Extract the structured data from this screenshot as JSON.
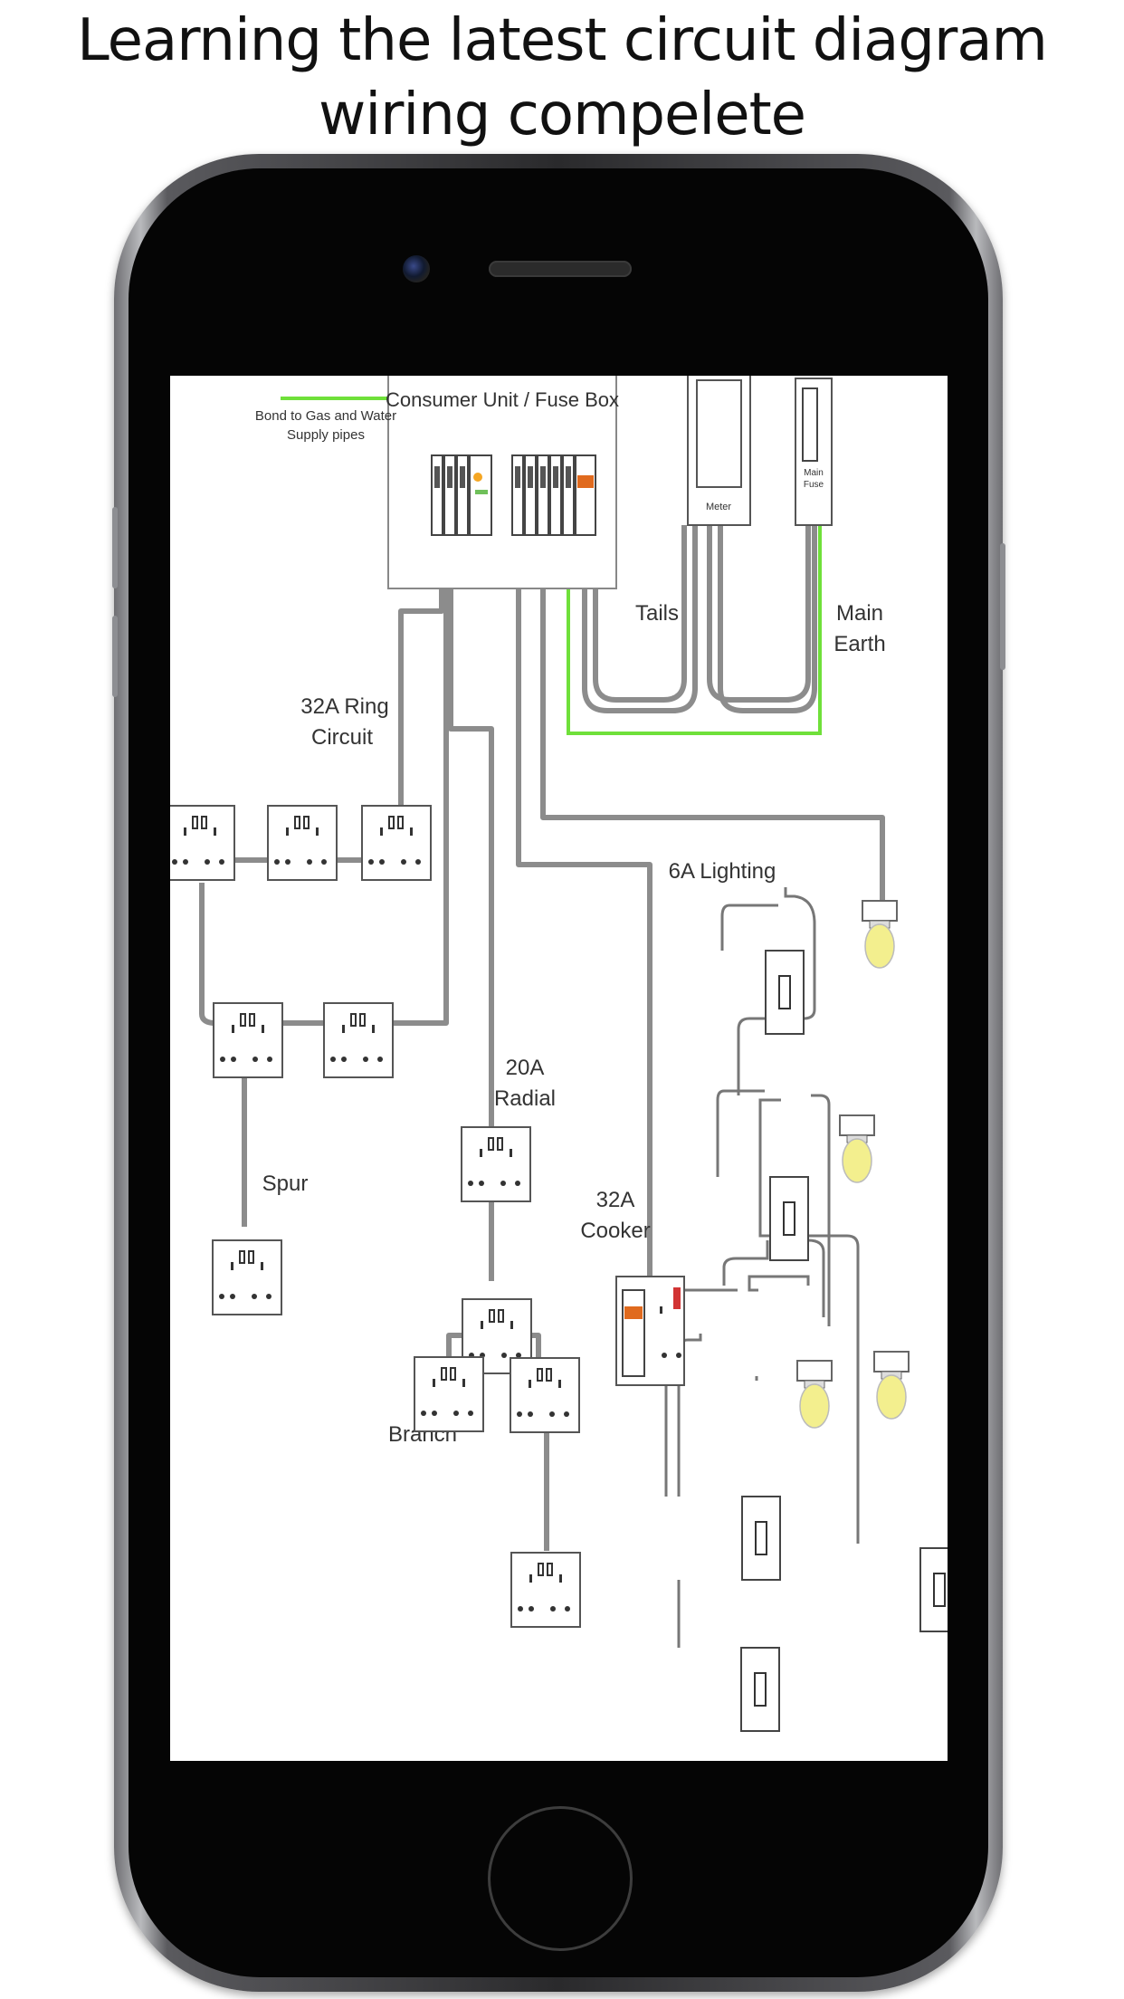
{
  "headline": {
    "line1": "Learning the latest circuit diagram",
    "line2": "wiring compelete"
  },
  "diagram": {
    "consumer_unit": "Consumer Unit / Fuse Box",
    "bond_line1": "Bond to Gas and Water",
    "bond_line2": "Supply pipes",
    "meter": "Meter",
    "main_fuse_line1": "Main",
    "main_fuse_line2": "Fuse",
    "tails": "Tails",
    "main_earth_line1": "Main",
    "main_earth_line2": "Earth",
    "ring_line1": "32A Ring",
    "ring_line2": "Circuit",
    "lighting": "6A Lighting",
    "radial_line1": "20A",
    "radial_line2": "Radial",
    "cooker_line1": "32A",
    "cooker_line2": "Cooker",
    "spur": "Spur",
    "branch": "Branch"
  },
  "colors": {
    "earth_green": "#6fe03a",
    "cable_grey": "#8c8c8c",
    "bulb_yellow": "#f3ef8e",
    "breaker_orange": "#e06a1e"
  }
}
